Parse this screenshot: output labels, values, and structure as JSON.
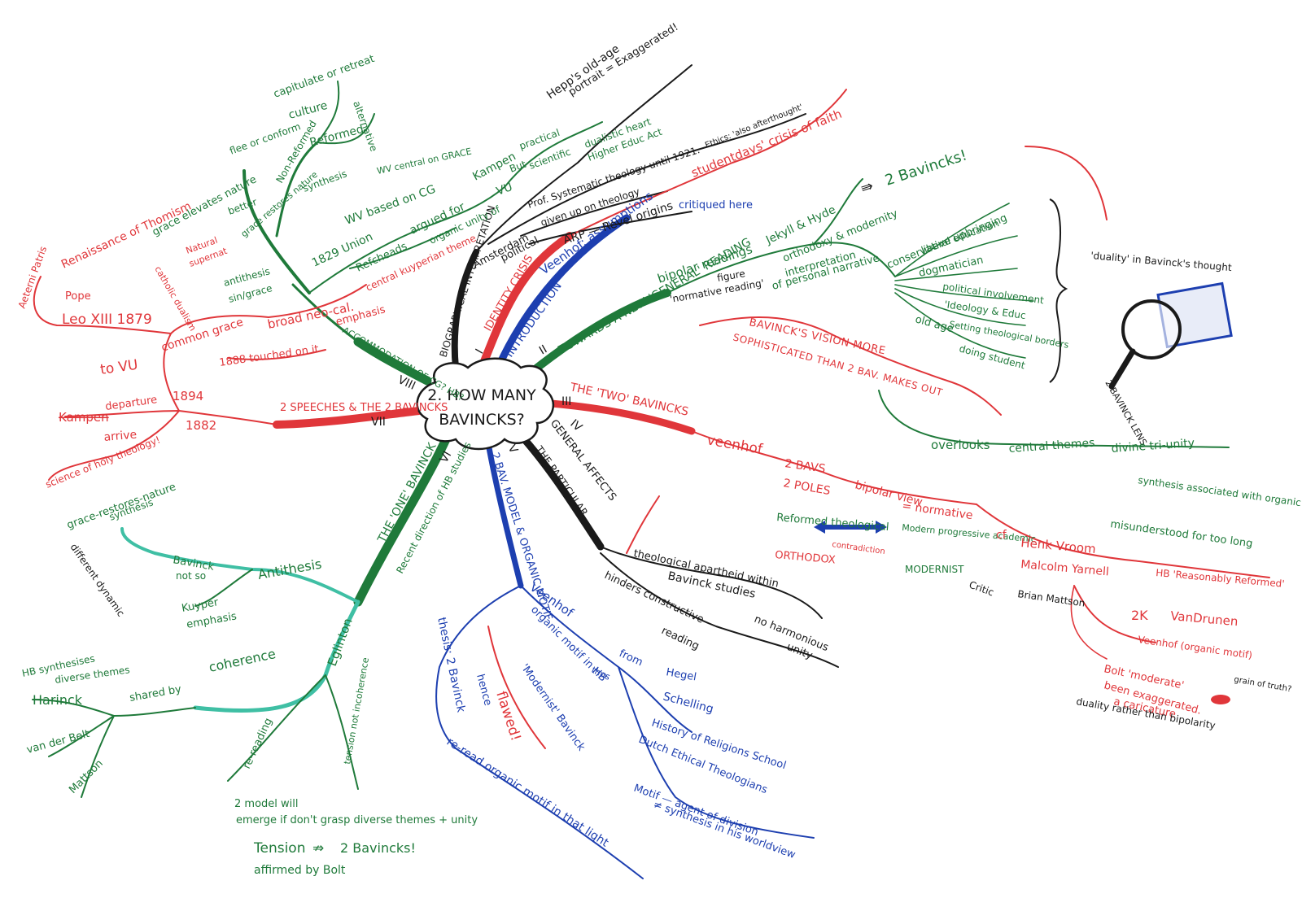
{
  "center": {
    "line1": "2. HOW MANY",
    "line2": "BAVINCKS?"
  },
  "branches": {
    "i": {
      "num": "I",
      "label": "INTRODUCTION"
    },
    "ii": {
      "num": "II",
      "label": "TOWARDS A NEW 'GENERAL' READING"
    },
    "iii": {
      "num": "III",
      "label": "THE 'TWO' BAVINCKS"
    },
    "iv": {
      "num": "IV",
      "label": "GENERAL AFFECTS"
    },
    "iv_sub": "THE PARTICULAR",
    "v": {
      "num": "V",
      "label": "2 BAV. MODEL & ORGANIC MOTIF"
    },
    "vi": {
      "num": "VI",
      "label": "THE 'ONE' BAVINCK"
    },
    "vi_sub": "Recent direction of HB studies",
    "vii": {
      "num": "VII",
      "label": "2 SPEECHES & THE 2 BAVINCKS"
    },
    "viii": {
      "num": "VIII",
      "label": "ACCOMMODATION OF CG? HB?"
    },
    "ix": {
      "num": "IX",
      "label": "BIOGRAPHICAL INTERPRETATION"
    }
  },
  "top": {
    "hepp": "Hepp's old-age",
    "hepp2": "portrait = Exaggerated!",
    "kampen": "Kampen",
    "practical": "practical",
    "but": "But",
    "scientific": "scientific",
    "dualistic": "dualistic heart",
    "higher_ed": "Higher Educ Act",
    "vu": "VU",
    "prof": "Prof. Systematic theology until 1921.",
    "ethics": "Ethics: 'also afterthought'",
    "given_up": "given up on theology",
    "studentdays": "studentdays' crisis of faith",
    "arp": "ARP — Revel origins",
    "amsterdam": "Amsterdam",
    "political": "political",
    "argued": "argued for",
    "organic_unity": "organic unity of",
    "identity": "IDENTITY CRISIS",
    "veenhof_assumptions": "Veenhof: assumptions",
    "critiqued": "critiqued here"
  },
  "left_top": {
    "capitulate": "capitulate or retreat",
    "culture": "culture",
    "flee": "flee or conform",
    "non_reformed": "Non-Reformed",
    "reformed": "Reformed",
    "alternative": "alternative",
    "wv_central": "WV central on GRACE",
    "grace_elevates": "grace elevates nature",
    "better": "better",
    "grace_restores": "grace restores nature",
    "synthesis": "synthesis",
    "wv_based": "WV based on CG",
    "union": "1829 Union",
    "refcheads": "Refcheads",
    "renaissance": "Renaissance of Thomism",
    "aeterni": "Aeterni Patris",
    "pope": "Pope",
    "leo": "Leo XIII 1879",
    "natural": "Natural",
    "supernat": "supernat",
    "catholic": "catholic dualism",
    "antithesis_sin": "antithesis",
    "sin_grace": "sin/grace",
    "central_kuyper": "central kuyperian theme",
    "broad_neocal": "broad neo-cal.",
    "emphasis": "emphasis",
    "common_grace": "common grace",
    "touched": "1888 touched on it",
    "to_vu": "to VU",
    "y1894": "1894",
    "kampen_depart": "Kampen",
    "departure": "departure",
    "y1882": "1882",
    "arrive": "arrive",
    "science": "science of holy theology!"
  },
  "left_bottom": {
    "grace_restores": "grace-restores-nature",
    "synthesis": "synthesis",
    "different": "different dynamic",
    "bavinck": "Bavinck",
    "not_so": "not so",
    "antithesis": "Antithesis",
    "kuyper": "Kuyper",
    "emphasis": "emphasis",
    "hb_synth": "HB synthesises",
    "diverse": "diverse themes",
    "harinck": "Harinck",
    "shared_by": "shared by",
    "coherence": "coherence",
    "vanderbelt": "van der Belt",
    "mattson": "Mattson",
    "eglinton": "Eglinton",
    "rereading": "re-reading",
    "tension_inh": "tension not incoherence",
    "two_model": "2 model will",
    "emerge": "emerge if don't grasp diverse themes + unity",
    "tension": "Tension",
    "two_bavincks": "2 Bavincks!",
    "affirmed": "affirmed by Bolt"
  },
  "blue": {
    "veenhof": "Veenhof",
    "organic": "organic motif in HB",
    "thus": "thus",
    "from": "from",
    "hegel": "Hegel",
    "schelling": "Schelling",
    "history": "History of Religions School",
    "dutch": "Dutch Ethical Theologians",
    "modernist": "'Modernist' Bavinck",
    "thesis": "thesis: 2 Bavinck",
    "hence": "hence",
    "flawed": "flawed!",
    "re_read": "re-read organic motif in that light",
    "motif_agent": "Motif — agent of division",
    "not_synthesis": "≠ synthesis in his worldview"
  },
  "black": {
    "theol_apartheid": "theological apartheid within",
    "bav_studies": "Bavinck studies",
    "hinders": "hinders constructive",
    "reading": "reading",
    "no_harmonious": "no harmonious",
    "unity": "unity"
  },
  "right": {
    "bipolar": "bipolar readings",
    "figure": "figure",
    "normative": "'normative reading'",
    "jekyll": "Jekyll & Hyde",
    "two_bavincks": "2 Bavincks!",
    "orthodoxy": "orthodoxy & modernity",
    "interpretation": "interpretation",
    "personal": "of personal narrative",
    "conservative": "conservative upbringing",
    "liberal": "liberal education",
    "dogmatician": "dogmatician",
    "political": "political involvement",
    "ideology": "'Ideology & Educ",
    "old_age": "old age",
    "setting": "Setting theological borders",
    "doing": "doing student",
    "duality": "'duality' in Bavinck's thought",
    "lens": "2 BAVINCK LENS",
    "vision": "BAVINCK'S VISION MORE",
    "vision2": "SOPHISTICATED THAN 2 BAV. MAKES OUT",
    "overlooks": "overlooks",
    "central_themes": "central themes",
    "divine": "divine tri-unity",
    "synthesis": "synthesis associated with organic motif",
    "misunderstood": "misunderstood for too long",
    "veenhof": "veenhof",
    "two_bavs": "2 BAVS",
    "two_poles": "2 POLES",
    "bipolar_view": "bipolar view",
    "normative_eq": "= normative",
    "reformed": "Reformed theological",
    "orthodox": "ORTHODOX",
    "contradiction": "contradiction",
    "modern": "Modern progressive academic",
    "modernist": "MODERNIST",
    "cf": "cf",
    "henk": "Henk Vroom",
    "malcolm": "Malcolm Yarnell",
    "hb_reasonably": "HB 'Reasonably Reformed'",
    "critic": "Critic",
    "brian": "Brian Mattson",
    "two_k": "2K",
    "vandrunen": "VanDrunen",
    "veenhof_org": "Veenhof (organic motif)",
    "bolt": "Bolt 'moderate'",
    "exaggerated": "been exaggerated.",
    "caricature": "a caricature",
    "duality_rather": "duality rather than bipolarity",
    "grain": "grain of truth?"
  },
  "colors": {
    "green": "#1f7a3a",
    "red": "#e0363a",
    "blue": "#1d3fb0",
    "black": "#1a1a1a",
    "teal": "#3fbfa4"
  }
}
